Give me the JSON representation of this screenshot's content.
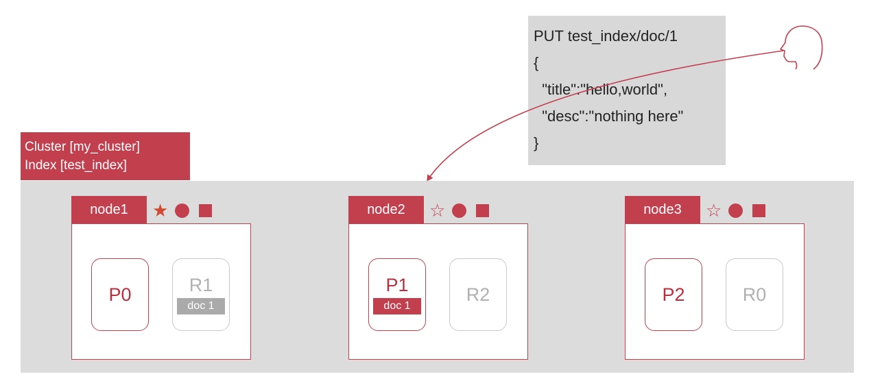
{
  "cluster": {
    "line1": "Cluster [my_cluster]",
    "line2": "Index [test_index]"
  },
  "request": {
    "lines": [
      "PUT test_index/doc/1",
      "{",
      "  \"title\":\"hello,world\",",
      "  \"desc\":\"nothing here\"",
      "}"
    ]
  },
  "nodes": [
    {
      "name": "node1",
      "master": true,
      "shards": [
        {
          "label": "P0",
          "kind": "primary",
          "doc": ""
        },
        {
          "label": "R1",
          "kind": "replica",
          "doc": "doc 1"
        }
      ]
    },
    {
      "name": "node2",
      "master": false,
      "shards": [
        {
          "label": "P1",
          "kind": "primary",
          "doc": "doc 1"
        },
        {
          "label": "R2",
          "kind": "replica",
          "doc": ""
        }
      ]
    },
    {
      "name": "node3",
      "master": false,
      "shards": [
        {
          "label": "P2",
          "kind": "primary",
          "doc": ""
        },
        {
          "label": "R0",
          "kind": "replica",
          "doc": ""
        }
      ]
    }
  ],
  "icons": {
    "master": "filled-star-icon",
    "master_eligible": "star-outline-icon",
    "data": "circle-icon",
    "coordinating": "square-icon",
    "client": "user-head-icon"
  },
  "colors": {
    "accent": "#c23f4e",
    "master_star": "#d04a33",
    "replica": "#b0b0b0",
    "cluster_bg": "#dcdcdc"
  }
}
